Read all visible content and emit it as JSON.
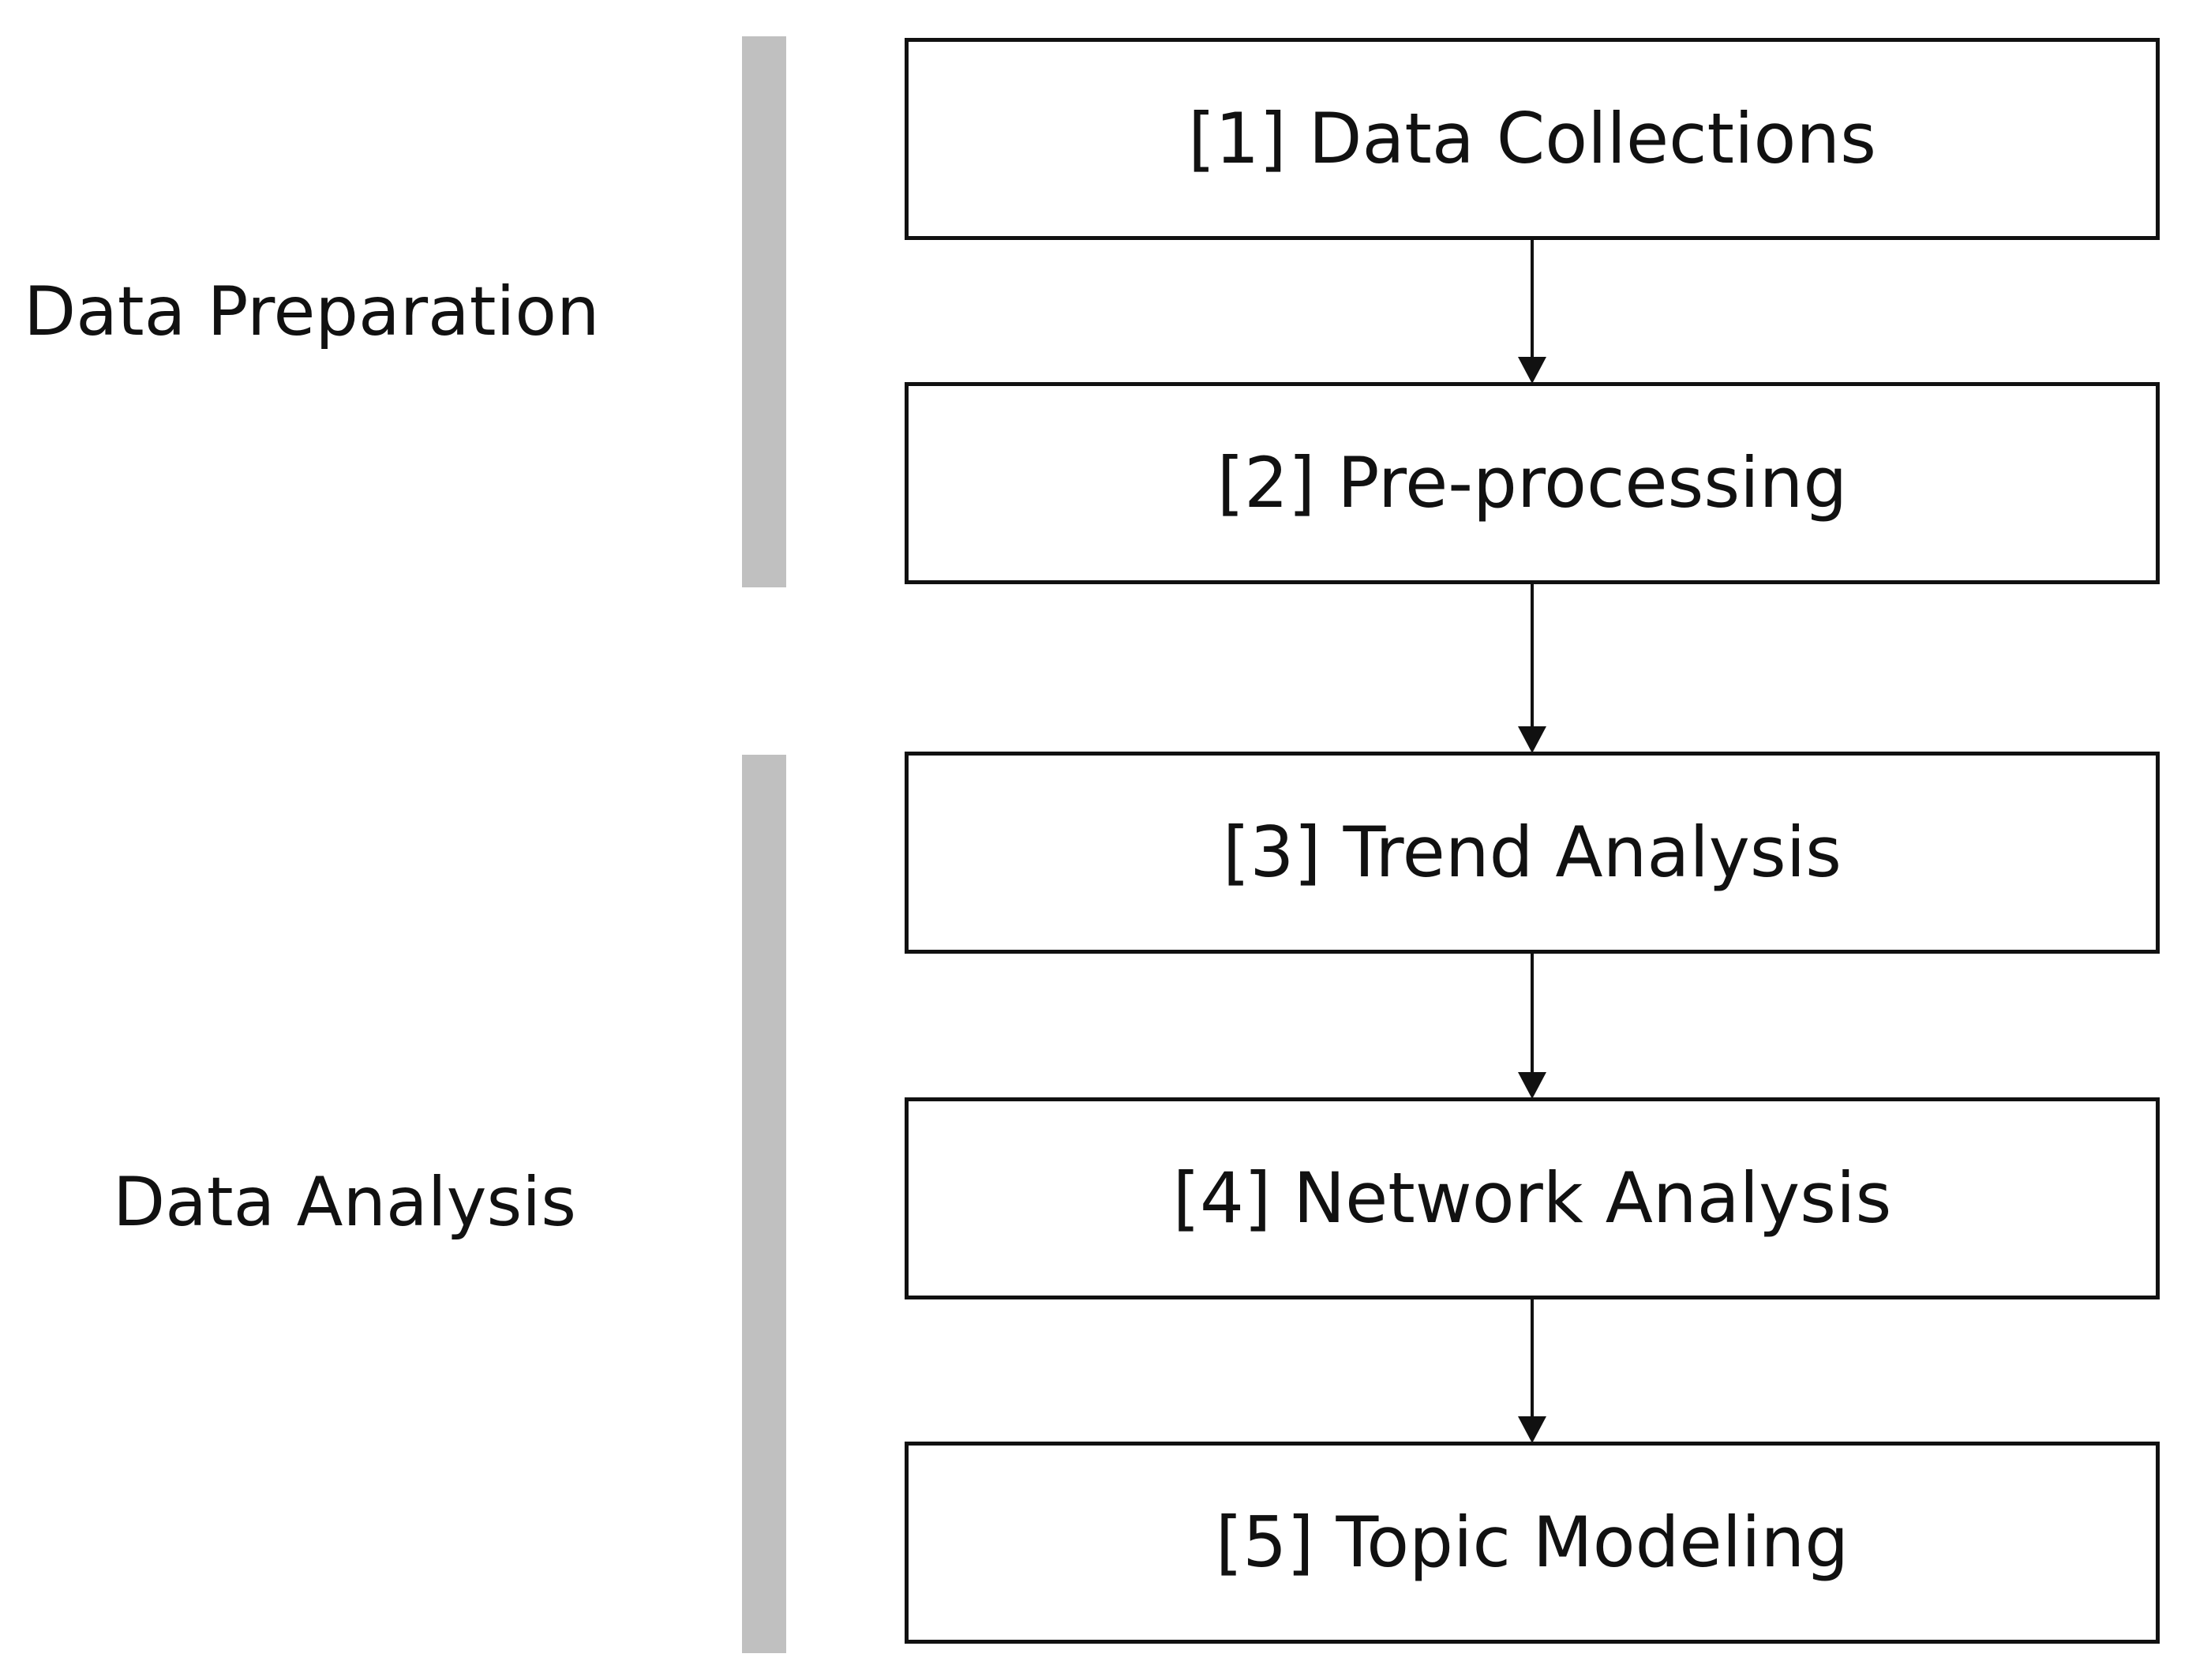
{
  "phases": [
    {
      "label": "Data Preparation"
    },
    {
      "label": "Data Analysis"
    }
  ],
  "steps": [
    {
      "label": "[1] Data Collections"
    },
    {
      "label": "[2] Pre-processing"
    },
    {
      "label": "[3] Trend Analysis"
    },
    {
      "label": "[4] Network Analysis"
    },
    {
      "label": "[5] Topic Modeling"
    }
  ],
  "colors": {
    "phase_bar": "#c0c0c0",
    "box_border": "#111111",
    "text": "#111111"
  }
}
